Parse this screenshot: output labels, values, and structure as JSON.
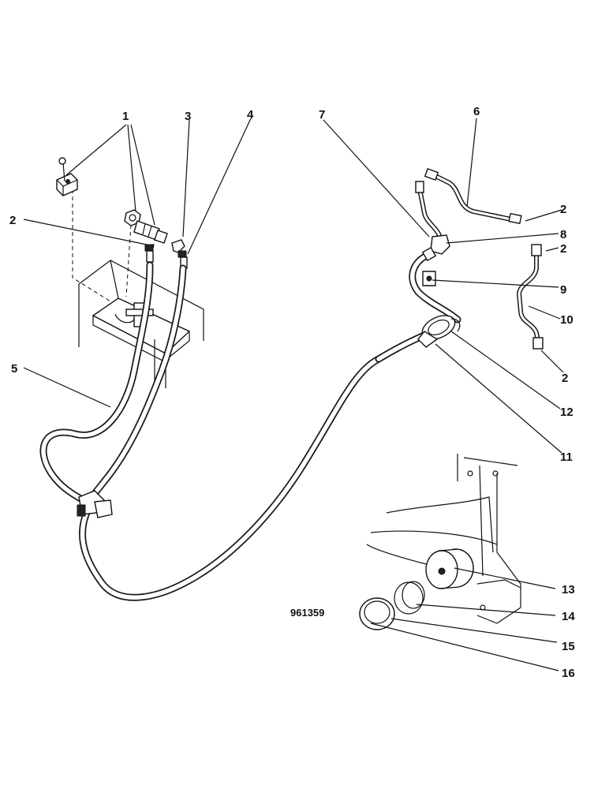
{
  "figure": {
    "reference_number": "961359"
  },
  "callouts": [
    {
      "id": "c1",
      "text": "1"
    },
    {
      "id": "c2a",
      "text": "2"
    },
    {
      "id": "c3",
      "text": "3"
    },
    {
      "id": "c4",
      "text": "4"
    },
    {
      "id": "c5",
      "text": "5"
    },
    {
      "id": "c6",
      "text": "6"
    },
    {
      "id": "c7",
      "text": "7"
    },
    {
      "id": "c2b",
      "text": "2"
    },
    {
      "id": "c8",
      "text": "8"
    },
    {
      "id": "c2c",
      "text": "2"
    },
    {
      "id": "c9",
      "text": "9"
    },
    {
      "id": "c10",
      "text": "10"
    },
    {
      "id": "c2d",
      "text": "2"
    },
    {
      "id": "c12",
      "text": "12"
    },
    {
      "id": "c11",
      "text": "11"
    },
    {
      "id": "c13",
      "text": "13"
    },
    {
      "id": "c14",
      "text": "14"
    },
    {
      "id": "c15",
      "text": "15"
    },
    {
      "id": "c16",
      "text": "16"
    }
  ]
}
